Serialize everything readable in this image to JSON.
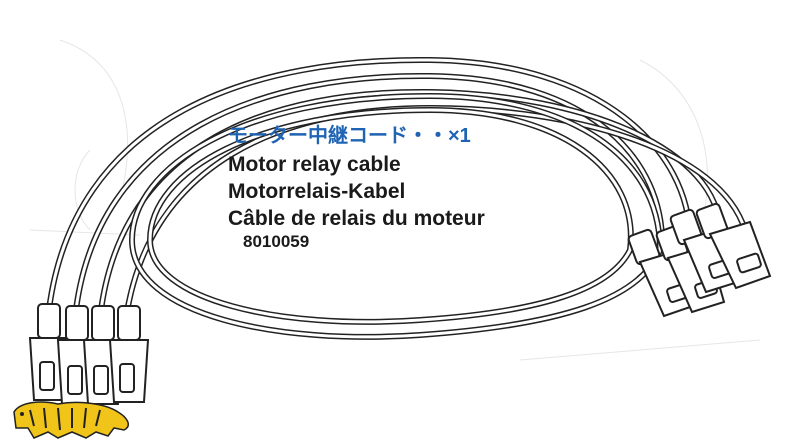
{
  "diagram": {
    "title_jp": "モーター中継コード・・×1",
    "title_en": "Motor relay cable",
    "title_de": "Motorrelais-Kabel",
    "title_fr": "Câble de relais du moteur",
    "part_number": "8010059"
  },
  "icons": {
    "logo": "tamiya-tiger-logo"
  },
  "colors": {
    "line": "#222222",
    "jp_text": "#1f63b3",
    "text": "#1a1a1a",
    "logo_yellow": "#f0c419"
  }
}
